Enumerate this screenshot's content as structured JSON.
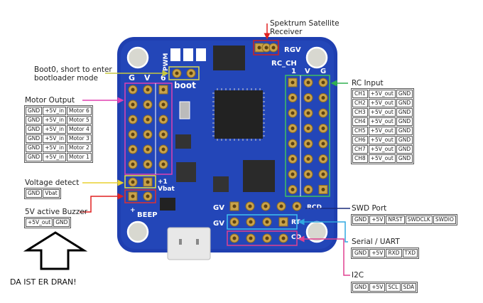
{
  "labels": {
    "spektrum": [
      "Spektrum Satellite",
      "Receiver"
    ],
    "boot0": [
      "Boot0, short to enter",
      "bootloader mode"
    ],
    "motor_output": "Motor Output",
    "voltage_detect": "Voltage detect",
    "buzzer": "5V active Buzzer",
    "rc_input": "RC Input",
    "swd_port": "SWD Port",
    "serial_uart": "Serial / UART",
    "i2c": "I2C",
    "note": "DA IST ER DRAN!"
  },
  "tables": {
    "motor_output": [
      [
        "GND",
        "+5V_in",
        "Motor 6"
      ],
      [
        "GND",
        "+5V_in",
        "Motor 5"
      ],
      [
        "GND",
        "+5V_in",
        "Motor 4"
      ],
      [
        "GND",
        "+5V_in",
        "Motor 3"
      ],
      [
        "GND",
        "+5V_in",
        "Motor 2"
      ],
      [
        "GND",
        "+5V_in",
        "Motor 1"
      ]
    ],
    "voltage_detect": [
      [
        "GND",
        "Vbat"
      ]
    ],
    "buzzer": [
      [
        "+5V_out",
        "GND"
      ]
    ],
    "rc_input": [
      [
        "CH1",
        "+5V_out",
        "GND"
      ],
      [
        "CH2",
        "+5V_out",
        "GND"
      ],
      [
        "CH3",
        "+5V_out",
        "GND"
      ],
      [
        "CH4",
        "+5V_out",
        "GND"
      ],
      [
        "CH5",
        "+5V_out",
        "GND"
      ],
      [
        "CH6",
        "+5V_out",
        "GND"
      ],
      [
        "CH7",
        "+5V_out",
        "GND"
      ],
      [
        "CH8",
        "+5V_out",
        "GND"
      ]
    ],
    "swd_port": [
      [
        "GND",
        "+5V",
        "NRST",
        "SWDCLK",
        "SWDIO"
      ]
    ],
    "serial_uart": [
      [
        "GND",
        "+5V",
        "RXD",
        "TXD"
      ]
    ],
    "i2c": [
      [
        "GND",
        "+5V",
        "SCL",
        "SDA"
      ]
    ]
  },
  "silkscreen": {
    "pwm": "PWM",
    "boot": "boot",
    "g": "G",
    "v": "V",
    "six": "6",
    "rgv": "RGV",
    "rc_ch": "RC_CH",
    "one": "1",
    "plus1": "+1",
    "vbat": "Vbat",
    "plus": "+",
    "beep": "BEEP",
    "gv": "GV",
    "rcd": "RCD",
    "rt": "RT",
    "cd": "CD"
  },
  "colors": {
    "board": "#1f3fb0",
    "board_dark": "#15309a",
    "pad": "#c9a24a",
    "motor_box": "#e040b0",
    "voltage_box": "#e8e040",
    "buzzer_box": "#e03030",
    "spektrum_box": "#d02020",
    "boot_box": "#d8d850",
    "rc_box": "#40c060",
    "swd_line": "#1a2a7a",
    "uart_box": "#40c0f0",
    "i2c_box": "#e04090"
  }
}
